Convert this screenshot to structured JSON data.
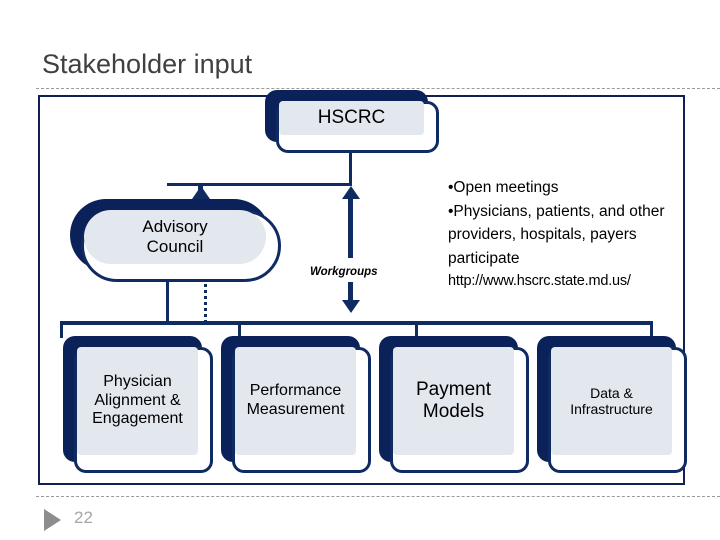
{
  "slide": {
    "title": "Stakeholder input",
    "page_number": "22",
    "footer_icon": "play-triangle-icon",
    "accent_navy": "#102a62",
    "shadow_navy": "#0b2159",
    "box_fill": "#e3e7ee",
    "title_color": "#404040",
    "page_number_color": "#a6a6a6"
  },
  "diagram": {
    "top_node": {
      "label": "HSCRC",
      "shape": "rounded-rect"
    },
    "advisory_node": {
      "label": "Advisory\nCouncil",
      "line1": "Advisory",
      "line2": "Council",
      "shape": "pill"
    },
    "connector_label": "Workgroups",
    "leaf_nodes": [
      {
        "id": "physician-alignment-engagement",
        "label": "Physician Alignment & Engagement"
      },
      {
        "id": "performance-measurement",
        "label": "Performance Measurement"
      },
      {
        "id": "payment-models",
        "label": "Payment Models"
      },
      {
        "id": "data-infrastructure",
        "label": "Data & Infrastructure"
      }
    ]
  },
  "notes": {
    "bullet_1": "•Open meetings",
    "bullet_2": "•Physicians, patients, and other providers, hospitals, payers participate",
    "url": "http://www.hscrc.state.md.us/"
  }
}
